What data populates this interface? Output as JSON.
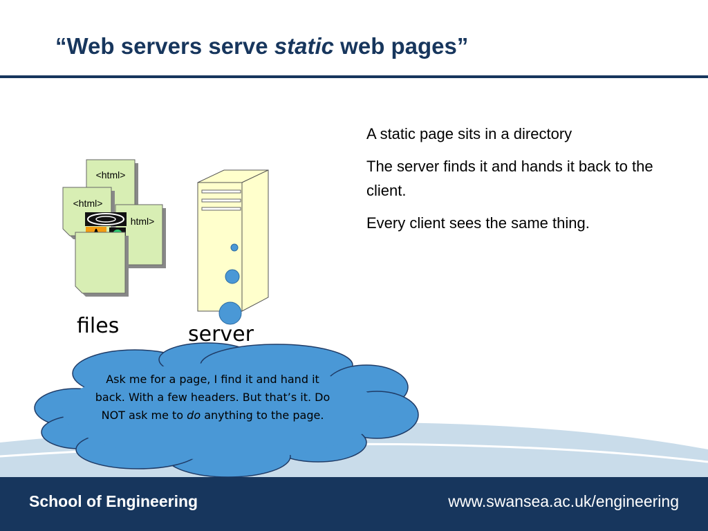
{
  "slide": {
    "title_open": "“Web servers serve ",
    "title_emphasis": "static",
    "title_close": " web pages”"
  },
  "bullets": [
    "A static page sits in a directory",
    "The server finds it and hands it back to the client.",
    "Every client sees the same thing."
  ],
  "diagram": {
    "file_tags": [
      "<html>",
      "<html>",
      "html>"
    ],
    "files_label": "files",
    "server_label": "server"
  },
  "speech_bubble": {
    "text_before": "Ask me for a page, I find it and hand it back. With a few headers. But that’s it. Do NOT ask me to ",
    "text_emphasis": "do",
    "text_after": " anything to the page."
  },
  "footer": {
    "left": "School of Engineering",
    "right": "www.swansea.ac.uk/engineering"
  },
  "colors": {
    "navy": "#17365d",
    "bubble_blue": "#4a98d6",
    "file_green": "#d8eeb4",
    "server_cream": "#ffffcc"
  }
}
